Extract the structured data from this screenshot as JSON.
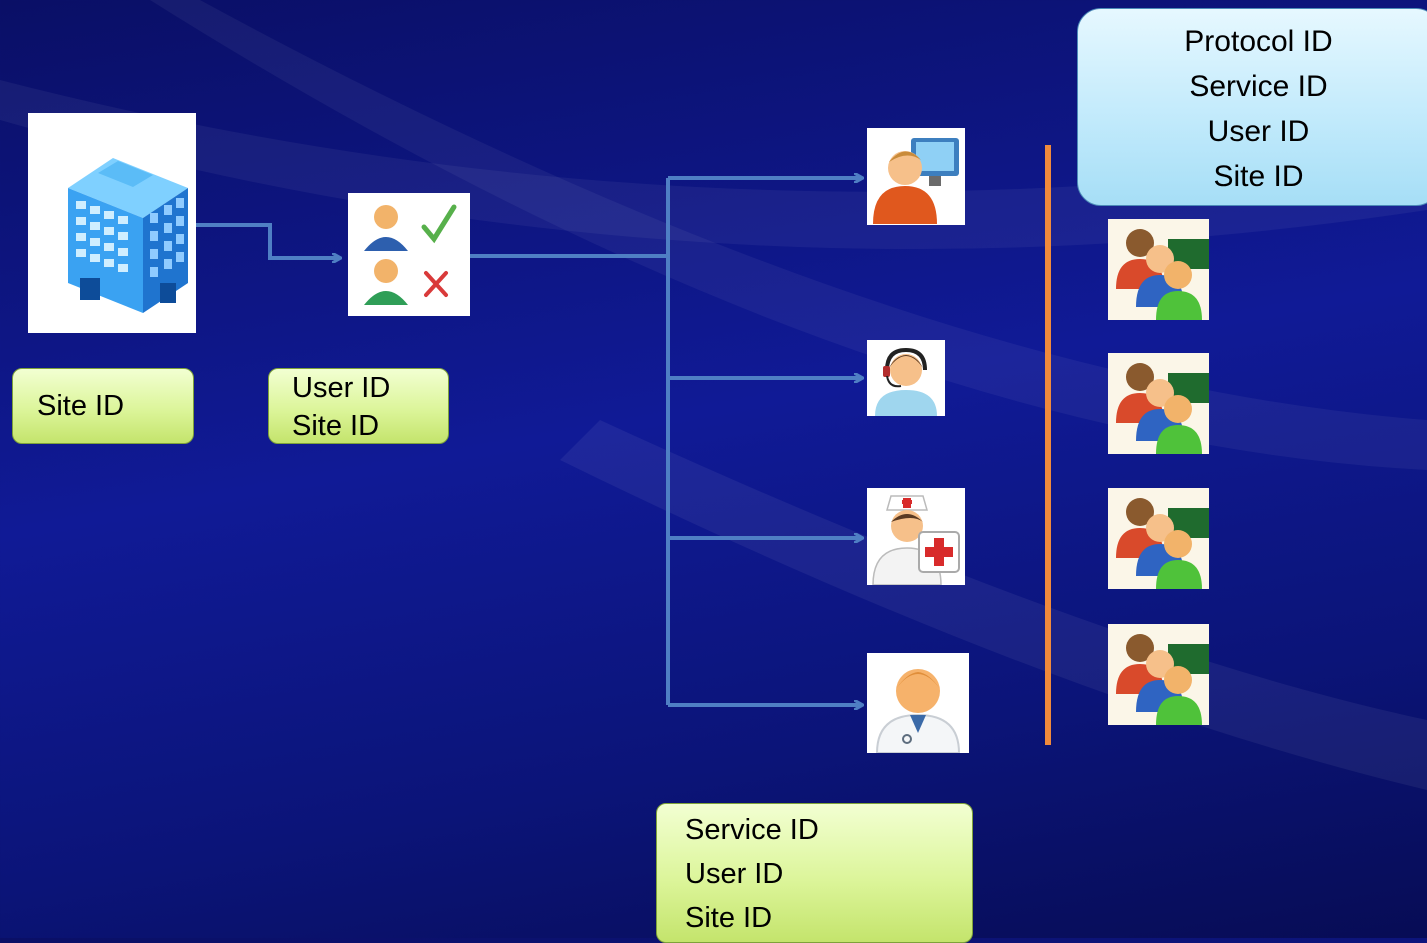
{
  "labels": {
    "site": [
      "Site ID"
    ],
    "user_site": [
      "User ID",
      "Site ID"
    ],
    "service_user_site": [
      "Service ID",
      "User ID",
      "Site ID"
    ],
    "protocol_service_user_site": [
      "Protocol ID",
      "Service ID",
      "User ID",
      "Site ID"
    ]
  },
  "icons": {
    "building": "office-building-icon",
    "user_approval": "user-approve-reject-icon",
    "services": [
      "computer-user-icon",
      "call-center-agent-icon",
      "nurse-icon",
      "doctor-icon"
    ],
    "groups": [
      "user-group-icon",
      "user-group-icon",
      "user-group-icon",
      "user-group-icon"
    ]
  },
  "colors": {
    "connector": "#4f7fc4",
    "divider": "#f08a3c",
    "green_label": "#d6f28c",
    "blue_label": "#bfe9fb"
  }
}
